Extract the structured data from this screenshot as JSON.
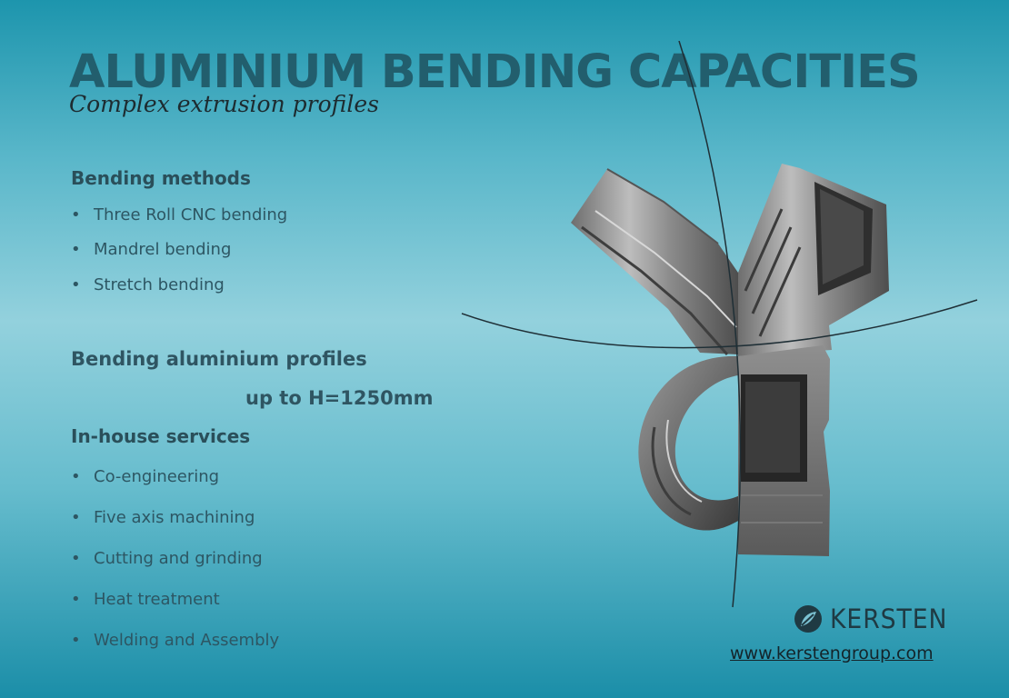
{
  "header": {
    "title": "ALUMINIUM BENDING CAPACITIES",
    "subtitle": "Complex extrusion profiles"
  },
  "bending_methods": {
    "heading": "Bending methods",
    "items": [
      "Three Roll CNC bending",
      "Mandrel bending",
      "Stretch bending"
    ]
  },
  "capacity": {
    "line1": "Bending aluminium profiles",
    "line2": "up to H=1250mm"
  },
  "in_house_services": {
    "heading": "In-house services",
    "items": [
      "Co-engineering",
      "Five axis machining",
      "Cutting and grinding",
      "Heat treatment",
      "Welding and Assembly"
    ]
  },
  "bullet_symbol": "•",
  "brand": {
    "name": "KERSTEN",
    "website": "www.kerstengroup.com"
  },
  "icons": {
    "brand_logo": "kersten-leaf-icon"
  },
  "colors": {
    "title": "#225e6d",
    "heading": "#2a4f5a",
    "body_text": "#2d5663",
    "brand": "#1f3a43"
  }
}
